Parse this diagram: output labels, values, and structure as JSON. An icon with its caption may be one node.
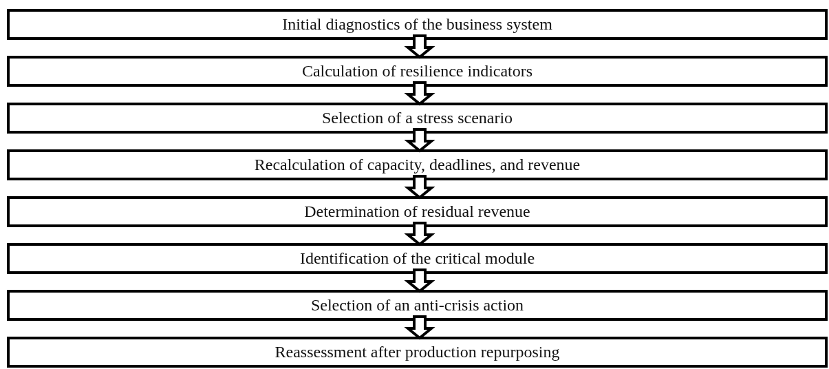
{
  "diagram": {
    "nodes": [
      {
        "text": [
          "Initial diagnostics of the business system"
        ]
      },
      {
        "text": [
          "Calculation of resilience indicators"
        ]
      },
      {
        "text": [
          "Selection of a stress scenario"
        ]
      },
      {
        "text": [
          "Recalculation of capacity, deadlines, and revenue"
        ]
      },
      {
        "text": [
          "Determination of residual revenue"
        ]
      },
      {
        "text": [
          "Identification of the critical module"
        ]
      },
      {
        "text": [
          "Selection of an anti-crisis action"
        ]
      },
      {
        "text": [
          "Reassessment after production repurposing"
        ]
      }
    ],
    "edges": [
      {
        "from": 0,
        "to": 1,
        "arrow": "to"
      },
      {
        "from": 1,
        "to": 2,
        "arrow": "to"
      },
      {
        "from": 2,
        "to": 3,
        "arrow": "to"
      },
      {
        "from": 3,
        "to": 4,
        "arrow": "to"
      },
      {
        "from": 4,
        "to": 5,
        "arrow": "to"
      },
      {
        "from": 5,
        "to": 6,
        "arrow": "to"
      },
      {
        "from": 6,
        "to": 7,
        "arrow": "to"
      }
    ]
  }
}
